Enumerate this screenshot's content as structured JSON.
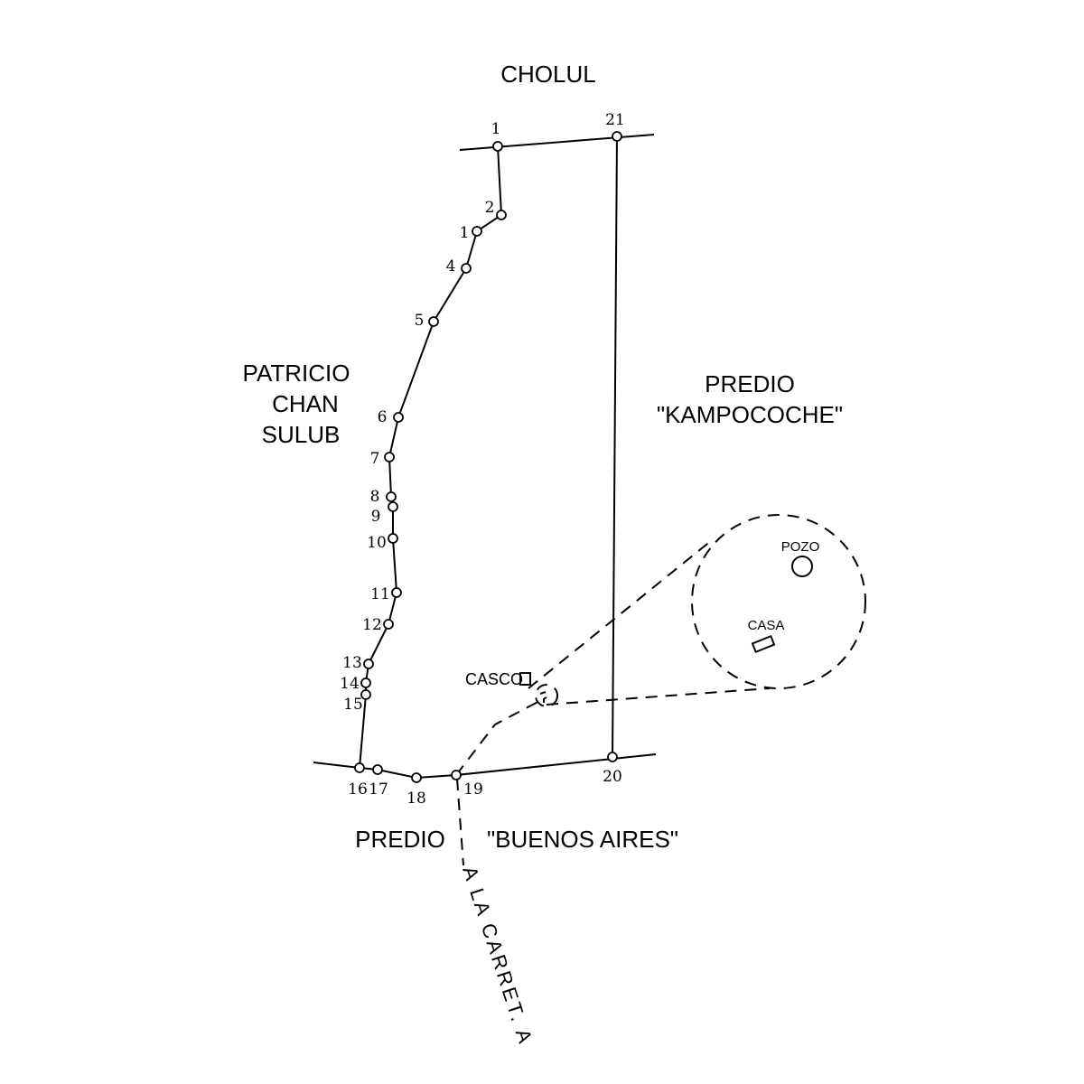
{
  "labels": {
    "north": "CHOLUL",
    "west_line1": "PATRICIO",
    "west_line2": "CHAN",
    "west_line3": "SULUB",
    "east_line1": "PREDIO",
    "east_line2": "\"KAMPOCOCHE\"",
    "south_part1": "PREDIO",
    "south_part2": "\"BUENOS AIRES\"",
    "road": "A LA CARRET. A",
    "casco": "CASCO",
    "detail_well": "POZO",
    "detail_house": "CASA"
  },
  "vertices": [
    {
      "label": "1"
    },
    {
      "label": "2"
    },
    {
      "label": "1"
    },
    {
      "label": "4"
    },
    {
      "label": "5"
    },
    {
      "label": "6"
    },
    {
      "label": "7"
    },
    {
      "label": "8"
    },
    {
      "label": "9"
    },
    {
      "label": "10"
    },
    {
      "label": "11"
    },
    {
      "label": "12"
    },
    {
      "label": "13"
    },
    {
      "label": "14"
    },
    {
      "label": "15"
    },
    {
      "label": "16"
    },
    {
      "label": "17"
    },
    {
      "label": "18"
    },
    {
      "label": "19"
    },
    {
      "label": "20"
    },
    {
      "label": "21"
    }
  ]
}
